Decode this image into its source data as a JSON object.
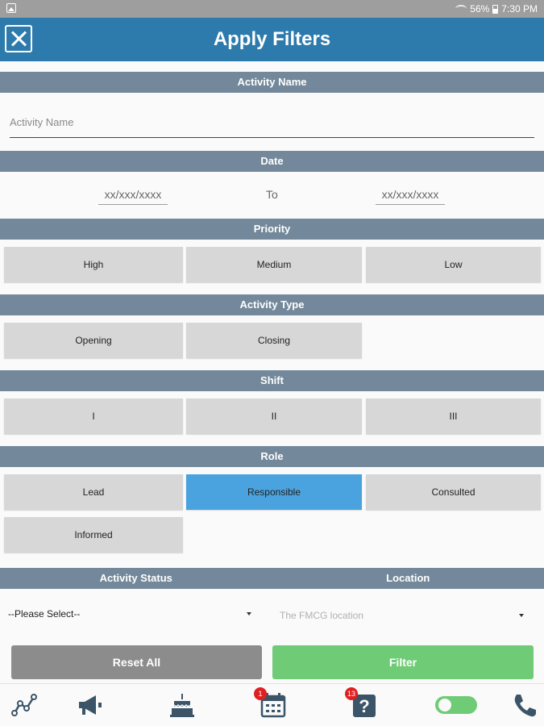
{
  "status_bar": {
    "battery": "56%",
    "time": "7:30 PM"
  },
  "header": {
    "title": "Apply Filters"
  },
  "activity_name": {
    "section_label": "Activity Name",
    "placeholder": "Activity Name"
  },
  "date": {
    "section_label": "Date",
    "from_placeholder": "xx/xxx/xxxx",
    "to_label": "To",
    "to_placeholder": "xx/xxx/xxxx"
  },
  "priority": {
    "section_label": "Priority",
    "options": [
      "High",
      "Medium",
      "Low"
    ]
  },
  "activity_type": {
    "section_label": "Activity Type",
    "options": [
      "Opening",
      "Closing"
    ]
  },
  "shift": {
    "section_label": "Shift",
    "options": [
      "I",
      "II",
      "III"
    ]
  },
  "role": {
    "section_label": "Role",
    "options": [
      "Lead",
      "Responsible",
      "Consulted",
      "Informed"
    ],
    "selected": "Responsible"
  },
  "activity_status": {
    "section_label": "Activity Status",
    "value": "--Please Select--"
  },
  "location": {
    "section_label": "Location",
    "placeholder": "The FMCG location"
  },
  "actions": {
    "reset_label": "Reset All",
    "filter_label": "Filter"
  },
  "bottom_nav": {
    "items": [
      {
        "icon": "analytics-icon"
      },
      {
        "icon": "megaphone-icon"
      },
      {
        "icon": "birthday-cake-icon"
      },
      {
        "icon": "calendar-icon",
        "badge": "1"
      },
      {
        "icon": "help-icon",
        "badge": "13"
      },
      {
        "icon": "toggle-switch-icon",
        "state": "on"
      },
      {
        "icon": "phone-icon"
      }
    ]
  },
  "colors": {
    "header": "#2d7aac",
    "section": "#73889a",
    "selected_chip": "#4aa3df",
    "filter_button": "#6fcb76",
    "reset_button": "#8c8c8c",
    "badge": "#e02020",
    "toggle_on": "#6fcb76"
  }
}
